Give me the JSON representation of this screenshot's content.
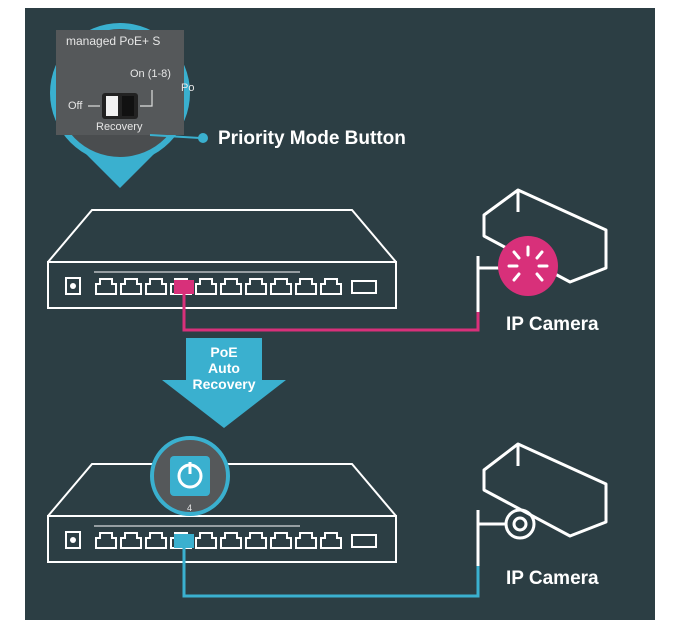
{
  "zoom_label": {
    "model": "managed PoE+ S",
    "on": "On (1-8)",
    "off": "Off",
    "recovery": "Recovery",
    "po": "Po"
  },
  "callout": "Priority Mode Button",
  "arrow": {
    "line1": "PoE",
    "line2": "Auto",
    "line3": "Recovery"
  },
  "camera_top": "IP Camera",
  "camera_bottom": "IP Camera",
  "port_number": "4",
  "colors": {
    "background": "#2c3e44",
    "cable_top": "#d8307a",
    "cable_bottom": "#3ab0cf",
    "arrow": "#3ab0cf",
    "line": "#ffffff"
  },
  "icons": [
    "switch-icon",
    "camera-icon",
    "power-icon",
    "warning-icon"
  ]
}
